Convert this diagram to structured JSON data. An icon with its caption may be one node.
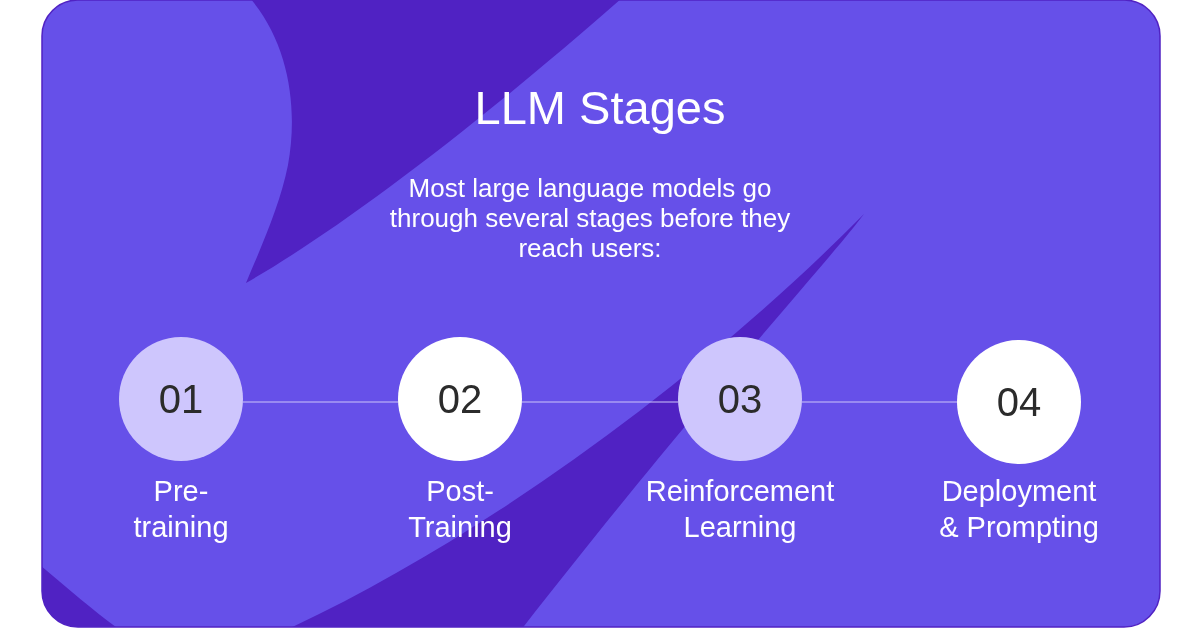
{
  "diagram": {
    "title": "LLM Stages",
    "nodes": [
      {
        "text": [
          "01"
        ],
        "beside": [
          "Pre- training"
        ]
      },
      {
        "text": [
          "02"
        ],
        "beside": [
          "Post- Training"
        ]
      },
      {
        "text": [
          "03"
        ],
        "beside": [
          "Reinforcement Learning"
        ]
      },
      {
        "text": [
          "04"
        ],
        "beside": [
          "Deployment & Prompting"
        ]
      }
    ],
    "edges": [
      {
        "from": 0,
        "to": 1,
        "arrow": "none"
      },
      {
        "from": 1,
        "to": 2,
        "arrow": "none"
      },
      {
        "from": 2,
        "to": 3,
        "arrow": "none"
      }
    ],
    "labels": [
      "Most large language models go through several stages before they reach users:"
    ]
  }
}
